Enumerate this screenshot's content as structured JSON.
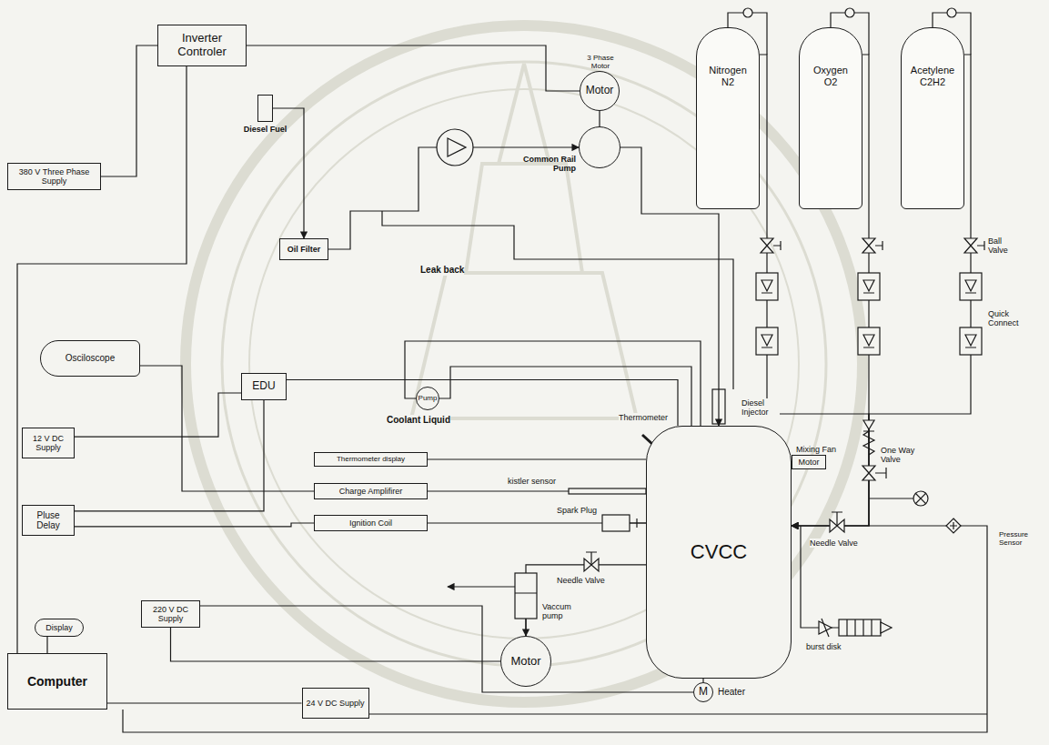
{
  "diagram": {
    "nodes": [
      {
        "text": [
          "Inverter Controler"
        ]
      },
      {
        "text": [
          "380 V Three Phase Supply"
        ]
      },
      {
        "text": [
          "3 Phase Motor",
          "Motor"
        ]
      },
      {
        "text": [
          "Diesel Fuel"
        ]
      },
      {
        "text": [
          "Oil Filter"
        ]
      },
      {
        "text": [
          "Common Rail Pump"
        ]
      },
      {
        "text": [
          "Nitrogen N2"
        ]
      },
      {
        "text": [
          "Oxygen O2"
        ]
      },
      {
        "text": [
          "Acetylene C2H2"
        ]
      },
      {
        "text": [
          "Osciloscope"
        ]
      },
      {
        "text": [
          "EDU"
        ]
      },
      {
        "text": [
          "12 V DC Supply"
        ]
      },
      {
        "text": [
          "Pluse Delay"
        ]
      },
      {
        "text": [
          "Thermometer display"
        ]
      },
      {
        "text": [
          "Charge Amplifirer"
        ]
      },
      {
        "text": [
          "Ignition Coil"
        ]
      },
      {
        "text": [
          "Pump"
        ]
      },
      {
        "text": [
          "CVCC"
        ]
      },
      {
        "text": [
          "Mixing Fan",
          "Motor"
        ]
      },
      {
        "text": [
          "Display"
        ]
      },
      {
        "text": [
          "Computer"
        ]
      },
      {
        "text": [
          "220 V DC Supply"
        ]
      },
      {
        "text": [
          "24 V DC Supply"
        ]
      },
      {
        "text": [
          "Motor"
        ]
      },
      {
        "text": [
          "M",
          "Heater"
        ]
      }
    ],
    "edges": [
      {
        "from": 1,
        "to": 0,
        "arrow": "none"
      },
      {
        "from": 0,
        "to": 2,
        "arrow": "none"
      },
      {
        "from": 2,
        "to": 5,
        "arrow": "none"
      },
      {
        "from": 3,
        "to": 4,
        "arrow": "to"
      },
      {
        "from": 4,
        "to": 5,
        "arrow": "to"
      },
      {
        "from": 5,
        "to": 17,
        "arrow": "to"
      },
      {
        "from": 16,
        "to": 17,
        "arrow": "none"
      },
      {
        "from": 16,
        "to": 17,
        "arrow": "none"
      },
      {
        "from": 10,
        "to": 17,
        "arrow": "none"
      },
      {
        "from": 11,
        "to": 10,
        "arrow": "none"
      },
      {
        "from": 12,
        "to": 10,
        "arrow": "none"
      },
      {
        "from": 12,
        "to": 15,
        "arrow": "none"
      },
      {
        "from": 13,
        "to": 17,
        "arrow": "none"
      },
      {
        "from": 14,
        "to": 17,
        "arrow": "none"
      },
      {
        "from": 15,
        "to": 17,
        "arrow": "none"
      },
      {
        "from": 9,
        "to": 14,
        "arrow": "none"
      },
      {
        "from": 20,
        "to": 19,
        "arrow": "none"
      },
      {
        "from": 20,
        "to": 0,
        "arrow": "none"
      },
      {
        "from": 21,
        "to": 23,
        "arrow": "none"
      },
      {
        "from": 21,
        "to": 24,
        "arrow": "none"
      },
      {
        "from": 22,
        "to": 20,
        "arrow": "none"
      },
      {
        "from": 17,
        "to": 23,
        "arrow": "to"
      },
      {
        "from": 6,
        "to": 17,
        "arrow": "to"
      },
      {
        "from": 7,
        "to": 17,
        "arrow": "to"
      },
      {
        "from": 8,
        "to": 17,
        "arrow": "to"
      }
    ],
    "labels": [
      "Leak back",
      "Ball Valve",
      "Quick Connect",
      "Coolant Liquid",
      "Thermometer",
      "Diesel Injector",
      "kistler sensor",
      "Spark Plug",
      "Needle Valve",
      "One Way Valve",
      "Vaccum pump",
      "Needle Valve",
      "Pressure Sensor",
      "burst disk"
    ]
  }
}
